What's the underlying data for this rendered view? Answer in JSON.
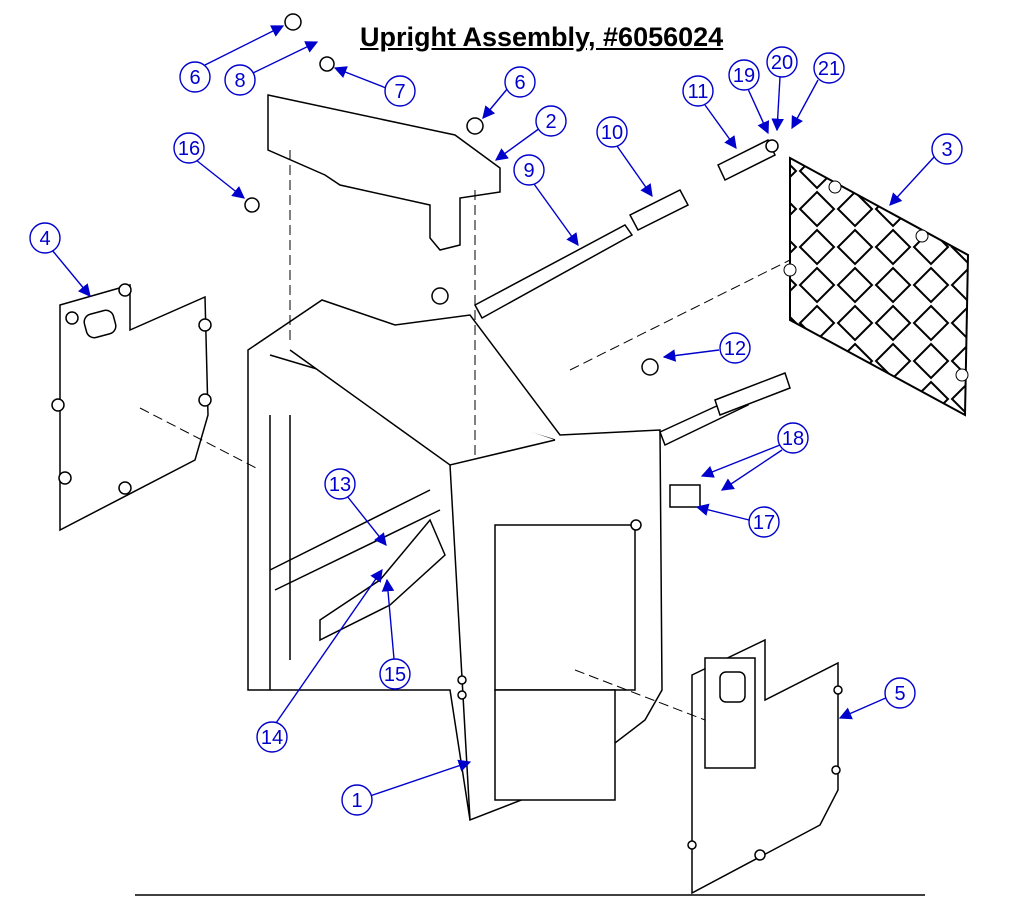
{
  "title": "Upright Assembly, #6056024",
  "colors": {
    "callout": "#0000cc",
    "line": "#000000",
    "background": "#ffffff"
  },
  "callouts": [
    "6",
    "8",
    "7",
    "6",
    "2",
    "16",
    "10",
    "11",
    "19",
    "20",
    "21",
    "3",
    "9",
    "4",
    "12",
    "18",
    "13",
    "17",
    "15",
    "14",
    "1",
    "5"
  ]
}
